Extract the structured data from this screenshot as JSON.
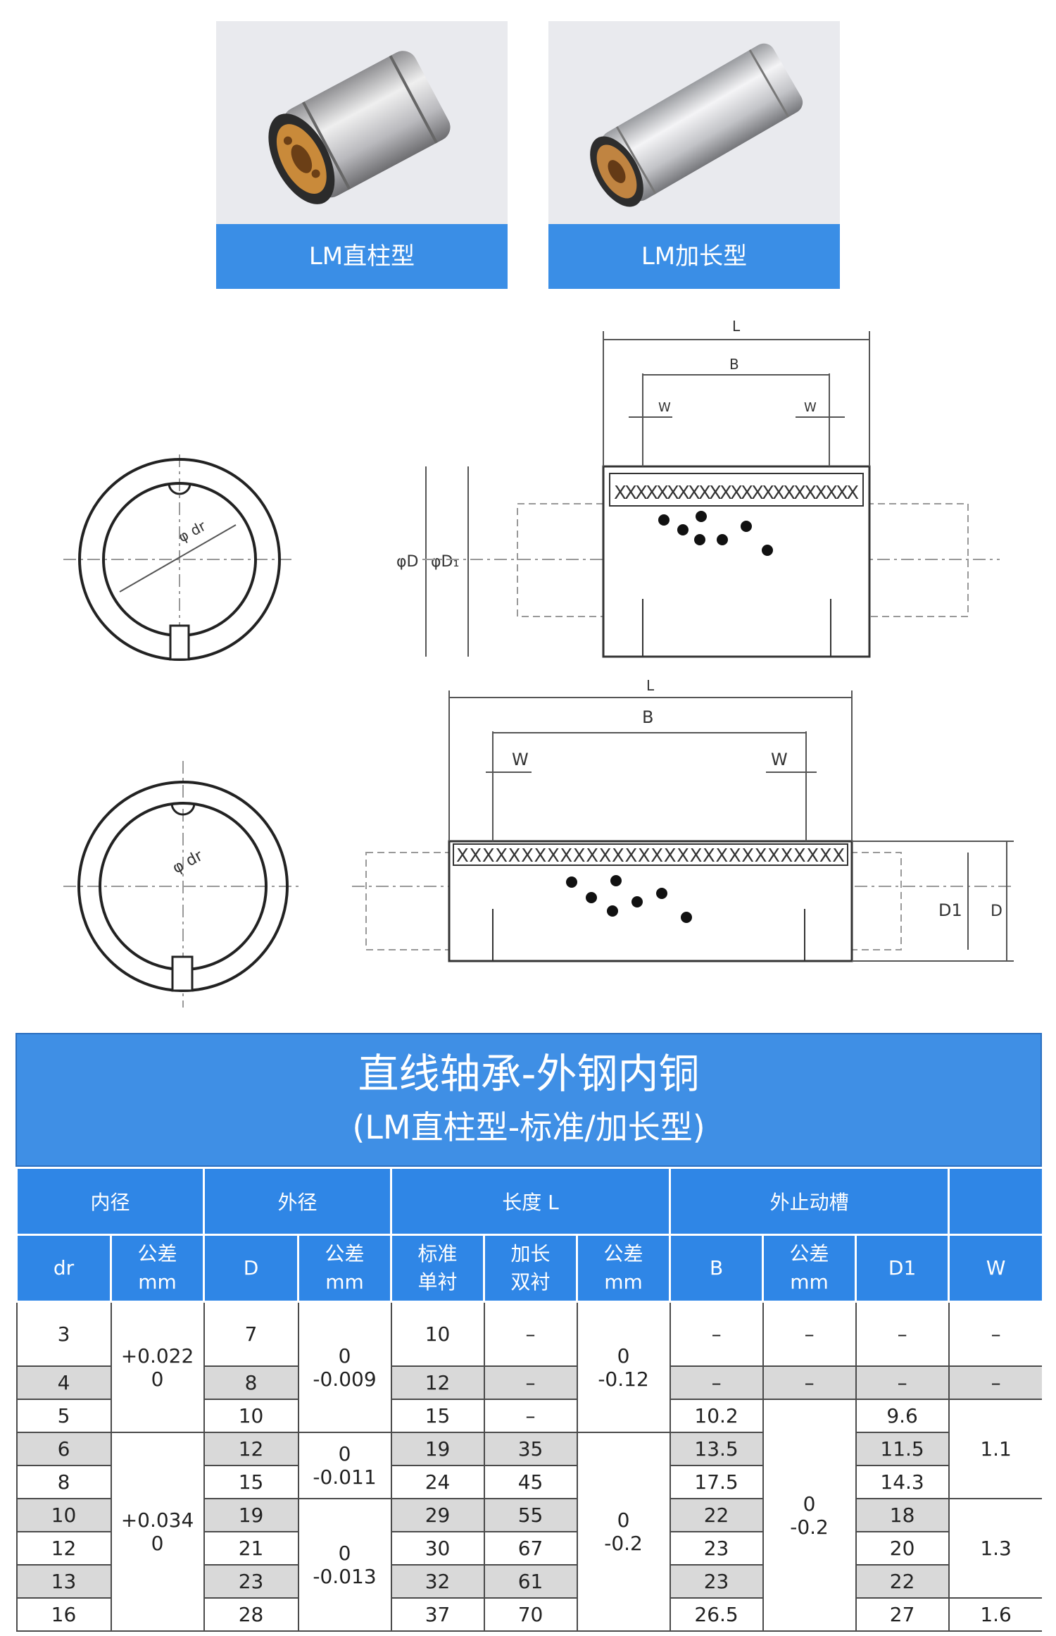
{
  "products": [
    {
      "label": "LM直柱型"
    },
    {
      "label": "LM加长型"
    }
  ],
  "drawing_top": {
    "L": "L",
    "B": "B",
    "W_left": "W",
    "W_right": "W",
    "phiD": "φD",
    "phiD1": "φD₁",
    "phi_dr": "φ dr",
    "balls_text": "XXXXXXXXXXXXXXXXXXXXXXX"
  },
  "drawing_bottom": {
    "L": "L",
    "B": "B",
    "W_left": "W",
    "W_right": "W",
    "D1": "D1",
    "D": "D",
    "phi_dr": "φ dr",
    "balls_text": "XXXXXXXXXXXXXXXXXXXXXXXXXXXXXX"
  },
  "table": {
    "title": "直线轴承-外钢内铜",
    "subtitle": "(LM直柱型-标准/加长型)",
    "group_headers": [
      "内径",
      "外径",
      "长度 L",
      "外止动槽",
      ""
    ],
    "col_headers": {
      "dr": "dr",
      "tol1": [
        "公差",
        "mm"
      ],
      "D": "D",
      "tol2": [
        "公差",
        "mm"
      ],
      "std": [
        "标准",
        "单衬"
      ],
      "ext": [
        "加长",
        "双衬"
      ],
      "tol3": [
        "公差",
        "mm"
      ],
      "B": "B",
      "tol4": [
        "公差",
        "mm"
      ],
      "D1": "D1",
      "W": "W"
    },
    "dr": [
      "3",
      "4",
      "5",
      "6",
      "8",
      "10",
      "12",
      "13",
      "16"
    ],
    "D": [
      "7",
      "8",
      "10",
      "12",
      "15",
      "19",
      "21",
      "23",
      "28"
    ],
    "std": [
      "10",
      "12",
      "15",
      "19",
      "24",
      "29",
      "30",
      "32",
      "37"
    ],
    "ext": [
      "–",
      "–",
      "–",
      "35",
      "45",
      "55",
      "67",
      "61",
      "70"
    ],
    "B": [
      "–",
      "–",
      "10.2",
      "13.5",
      "17.5",
      "22",
      "23",
      "23",
      "26.5"
    ],
    "tol4_first": [
      "–",
      "–"
    ],
    "D1": [
      "–",
      "–",
      "9.6",
      "11.5",
      "14.3",
      "18",
      "20",
      "22",
      "27"
    ],
    "W_first": [
      "–",
      "–"
    ],
    "tol1_a": [
      "+0.022",
      "0"
    ],
    "tol1_b": [
      "+0.034",
      "0"
    ],
    "tol2_a": [
      "0",
      "-0.009"
    ],
    "tol2_b": [
      "0",
      "-0.011"
    ],
    "tol2_c": [
      "0",
      "-0.013"
    ],
    "tol3_a": [
      "0",
      "-0.12"
    ],
    "tol3_b": [
      "0",
      "-0.2"
    ],
    "tol4_b": [
      "0",
      "-0.2"
    ],
    "W_a": "1.1",
    "W_b": "1.3",
    "W_c": "1.6"
  }
}
